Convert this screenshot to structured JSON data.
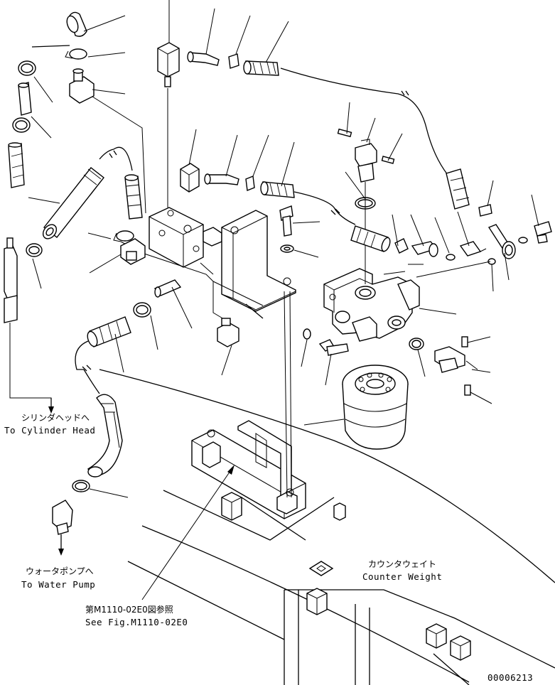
{
  "labels": {
    "to_cylinder_head_ja": "シリンダヘッドへ",
    "to_cylinder_head_en": "To Cylinder Head",
    "to_water_pump_ja": "ウォータポンプへ",
    "to_water_pump_en": "To Water Pump",
    "counter_weight_ja": "カウンタウェイト",
    "counter_weight_en": "Counter Weight",
    "see_fig_ja": "第M1110-02E0図参照",
    "see_fig_en": "See Fig.M1110-02E0",
    "drawing_number": "00006213"
  }
}
